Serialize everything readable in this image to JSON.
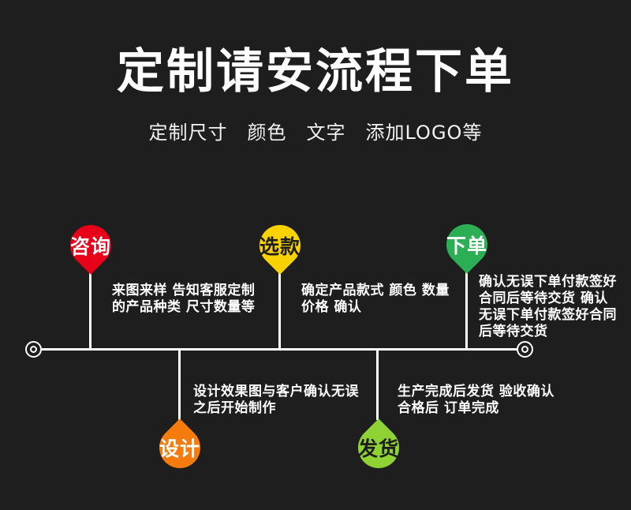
{
  "page": {
    "background": "#1e1e1e",
    "line_color": "#ffffff"
  },
  "header": {
    "title": "定制请安流程下单",
    "subtitle": "定制尺寸　颜色　文字　添加LOGO等"
  },
  "flow": {
    "steps": [
      {
        "id": "consult",
        "label": "咨询",
        "color": "#e80219",
        "label_color": "#ffffff",
        "position": "top",
        "desc_lines": [
          "来图来样 告知客服定制",
          "的产品种类 尺寸数量等"
        ]
      },
      {
        "id": "select",
        "label": "选款",
        "color": "#f8d301",
        "label_color": "#1d1d1d",
        "position": "top",
        "desc_lines": [
          "确定产品款式 颜色 数量",
          "价格 确认"
        ]
      },
      {
        "id": "order",
        "label": "下单",
        "color": "#2bae54",
        "label_color": "#ffffff",
        "position": "top",
        "desc_lines": [
          "确认无误下单付款签好",
          "合同后等待交货 确认",
          "无误下单付款签好合同",
          "后等待交货"
        ]
      },
      {
        "id": "design",
        "label": "设计",
        "color": "#f57b0c",
        "label_color": "#ffffff",
        "position": "bottom",
        "desc_lines": [
          "设计效果图与客户确认无误",
          "之后开始制作"
        ]
      },
      {
        "id": "ship",
        "label": "发货",
        "color": "#8fd234",
        "label_color": "#1d1d1d",
        "position": "bottom",
        "desc_lines": [
          "生产完成后发货 验收确认",
          "合格后 订单完成"
        ]
      }
    ]
  }
}
